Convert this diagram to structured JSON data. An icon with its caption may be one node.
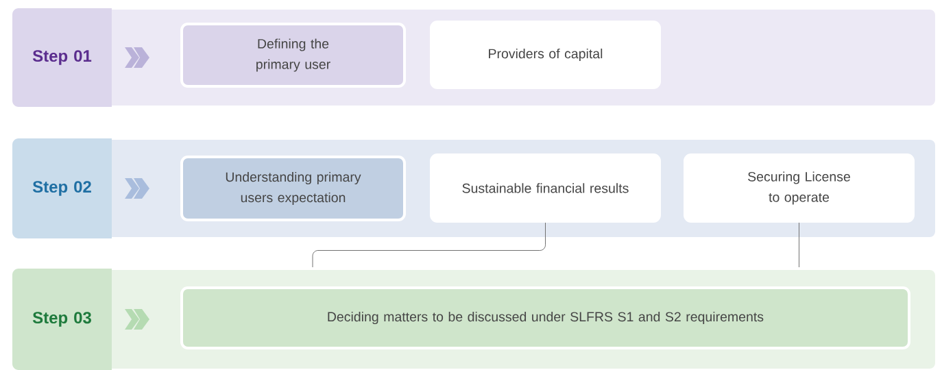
{
  "diagram": {
    "nodes": [
      {
        "text": [],
        "shape": "box"
      },
      {
        "text": [
          "Step 01"
        ],
        "in": 0
      },
      {
        "text": [
          "Defining the primary user"
        ],
        "in": 0
      },
      {
        "text": [
          "Providers of capital"
        ],
        "in": 0
      },
      {
        "text": [],
        "shape": "box"
      },
      {
        "text": [
          "Step 02"
        ],
        "in": 4
      },
      {
        "text": [
          "Understanding primary users expectation"
        ],
        "in": 4
      },
      {
        "text": [
          "Sustainable financial results"
        ],
        "in": 4
      },
      {
        "text": [
          "Securing License to operate"
        ],
        "in": 4
      },
      {
        "text": [],
        "shape": "box"
      },
      {
        "text": [
          "Step 03"
        ],
        "in": 9
      },
      {
        "text": [
          "Deciding matters to be discussed under SLFRS S1 and S2 requirements"
        ],
        "in": 9
      }
    ],
    "edges": [
      {
        "from": 7,
        "to": 9,
        "arrow": "none"
      },
      {
        "from": 8,
        "to": 9,
        "arrow": "none"
      }
    ]
  }
}
